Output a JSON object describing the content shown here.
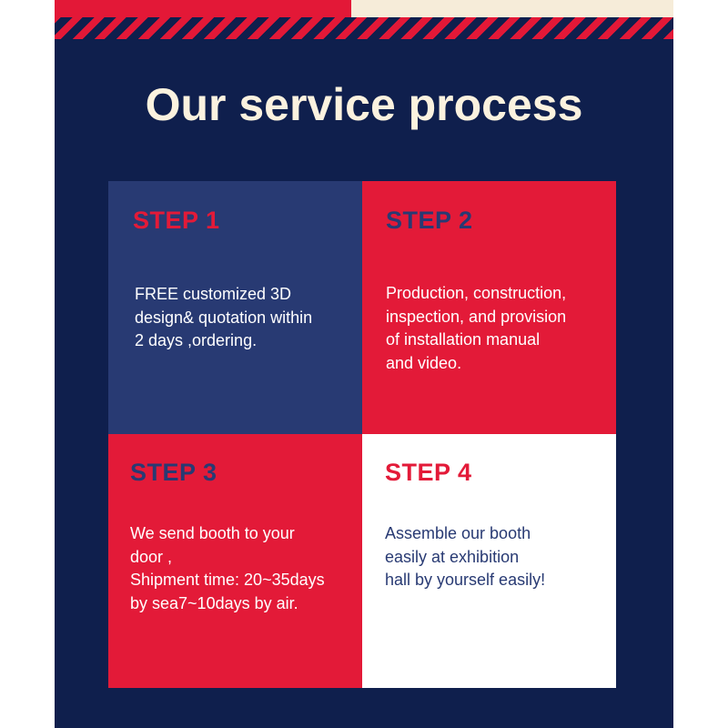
{
  "title": "Our service process",
  "colors": {
    "navy_background": "#0f1f4d",
    "card_navy": "#283a73",
    "card_red": "#e31a38",
    "card_white": "#ffffff",
    "title_cream": "#fbf2df",
    "stripe_red": "#e31837"
  },
  "steps": [
    {
      "label": "STEP 1",
      "text": "FREE customized 3D\ndesign& quotation within\n2 days ,ordering."
    },
    {
      "label": "STEP 2",
      "text": "Production, construction,\ninspection, and provision\nof installation manual\nand video."
    },
    {
      "label": "STEP 3",
      "text": "We send booth to your\ndoor ,\nShipment time: 20~35days\nby sea7~10days by air."
    },
    {
      "label": "STEP 4",
      "text": "Assemble our booth\neasily at exhibition\nhall by yourself easily!"
    }
  ]
}
